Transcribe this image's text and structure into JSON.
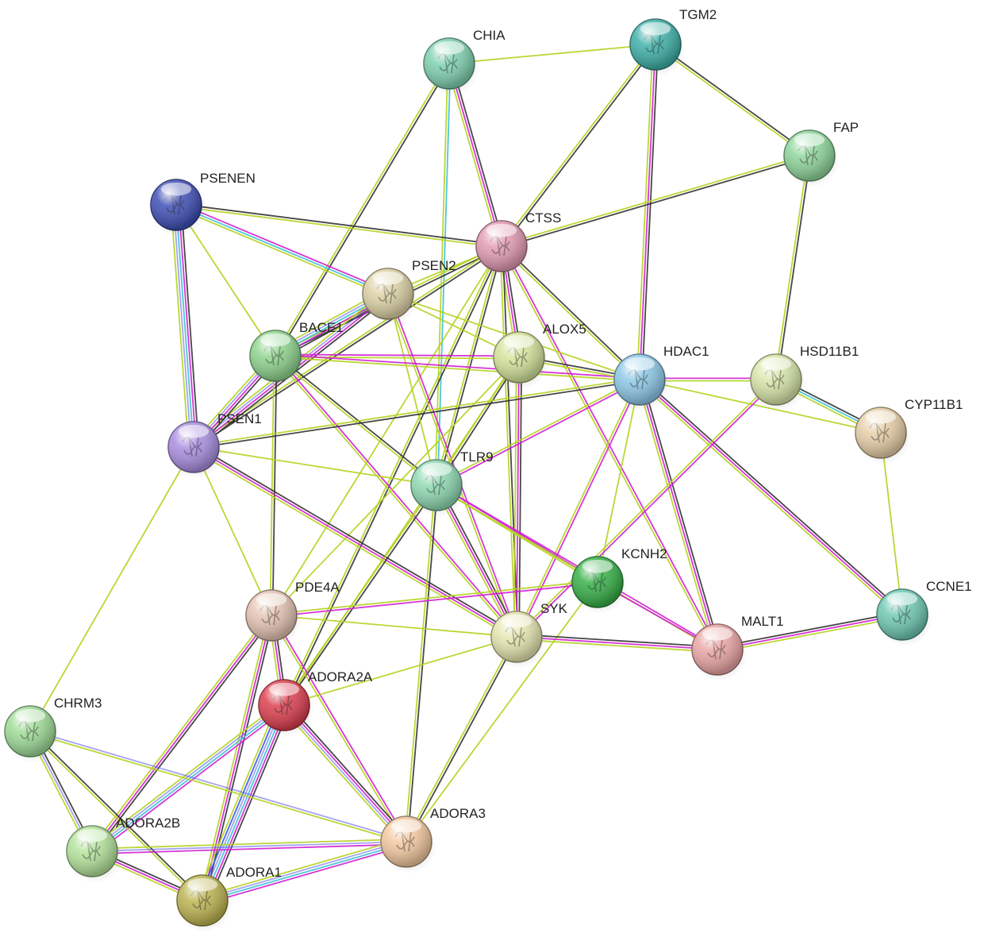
{
  "nodes": [
    {
      "id": "CHIA",
      "label": "CHIA",
      "color": "#7fd1b0"
    },
    {
      "id": "TGM2",
      "label": "TGM2",
      "color": "#3fb0a8"
    },
    {
      "id": "FAP",
      "label": "FAP",
      "color": "#8fd69a"
    },
    {
      "id": "PSENEN",
      "label": "PSENEN",
      "color": "#3f4fb5"
    },
    {
      "id": "CTSS",
      "label": "CTSS",
      "color": "#e39bb3"
    },
    {
      "id": "PSEN2",
      "label": "PSEN2",
      "color": "#ddd2a6"
    },
    {
      "id": "BACE1",
      "label": "BACE1",
      "color": "#8fd48e"
    },
    {
      "id": "ALOX5",
      "label": "ALOX5",
      "color": "#d3e49b"
    },
    {
      "id": "HDAC1",
      "label": "HDAC1",
      "color": "#8ec9e8"
    },
    {
      "id": "HSD11B1",
      "label": "HSD11B1",
      "color": "#d6e6a8"
    },
    {
      "id": "CYP11B1",
      "label": "CYP11B1",
      "color": "#e7cfa8"
    },
    {
      "id": "PSEN1",
      "label": "PSEN1",
      "color": "#a98ee0"
    },
    {
      "id": "TLR9",
      "label": "TLR9",
      "color": "#8fd9b2"
    },
    {
      "id": "KCNH2",
      "label": "KCNH2",
      "color": "#37b048"
    },
    {
      "id": "PDE4A",
      "label": "PDE4A",
      "color": "#e4c3b3"
    },
    {
      "id": "SYK",
      "label": "SYK",
      "color": "#e6e6b0"
    },
    {
      "id": "MALT1",
      "label": "MALT1",
      "color": "#eba5a5"
    },
    {
      "id": "CCNE1",
      "label": "CCNE1",
      "color": "#6fc8b3"
    },
    {
      "id": "ADORA2A",
      "label": "ADORA2A",
      "color": "#dd3f4f"
    },
    {
      "id": "CHRM3",
      "label": "CHRM3",
      "color": "#9fdc98"
    },
    {
      "id": "ADORA3",
      "label": "ADORA3",
      "color": "#f3c8a0"
    },
    {
      "id": "ADORA2B",
      "label": "ADORA2B",
      "color": "#b4e39b"
    },
    {
      "id": "ADORA1",
      "label": "ADORA1",
      "color": "#bdb451"
    }
  ],
  "edge_colors": {
    "text_mining": "#b5d11f",
    "coexpression": "#333333",
    "experimental": "#d21fd2",
    "database": "#3cc0d6",
    "homology": "#5a5ae6",
    "cooccurrence": "#3355ee"
  },
  "edges": [
    {
      "source": "CHIA",
      "target": "TGM2",
      "evidence": [
        "text_mining"
      ]
    },
    {
      "source": "CHIA",
      "target": "CTSS",
      "evidence": [
        "coexpression",
        "experimental",
        "text_mining"
      ]
    },
    {
      "source": "CHIA",
      "target": "TLR9",
      "evidence": [
        "database",
        "text_mining"
      ]
    },
    {
      "source": "CHIA",
      "target": "BACE1",
      "evidence": [
        "coexpression",
        "text_mining"
      ]
    },
    {
      "source": "TGM2",
      "target": "FAP",
      "evidence": [
        "coexpression",
        "text_mining"
      ]
    },
    {
      "source": "TGM2",
      "target": "CTSS",
      "evidence": [
        "coexpression",
        "text_mining"
      ]
    },
    {
      "source": "TGM2",
      "target": "HDAC1",
      "evidence": [
        "coexpression",
        "experimental",
        "text_mining"
      ]
    },
    {
      "source": "FAP",
      "target": "CTSS",
      "evidence": [
        "coexpression",
        "text_mining"
      ]
    },
    {
      "source": "FAP",
      "target": "HSD11B1",
      "evidence": [
        "coexpression",
        "text_mining"
      ]
    },
    {
      "source": "PSENEN",
      "target": "CTSS",
      "evidence": [
        "coexpression",
        "text_mining"
      ]
    },
    {
      "source": "PSENEN",
      "target": "PSEN2",
      "evidence": [
        "experimental",
        "database",
        "text_mining"
      ]
    },
    {
      "source": "PSENEN",
      "target": "PSEN1",
      "evidence": [
        "coexpression",
        "experimental",
        "database",
        "homology",
        "text_mining"
      ]
    },
    {
      "source": "PSENEN",
      "target": "BACE1",
      "evidence": [
        "text_mining"
      ]
    },
    {
      "source": "CTSS",
      "target": "PSEN2",
      "evidence": [
        "text_mining"
      ]
    },
    {
      "source": "CTSS",
      "target": "BACE1",
      "evidence": [
        "coexpression",
        "text_mining"
      ]
    },
    {
      "source": "CTSS",
      "target": "ALOX5",
      "evidence": [
        "coexpression",
        "experimental",
        "text_mining"
      ]
    },
    {
      "source": "CTSS",
      "target": "HDAC1",
      "evidence": [
        "coexpression",
        "text_mining"
      ]
    },
    {
      "source": "CTSS",
      "target": "TLR9",
      "evidence": [
        "coexpression",
        "text_mining"
      ]
    },
    {
      "source": "CTSS",
      "target": "SYK",
      "evidence": [
        "coexpression",
        "text_mining"
      ]
    },
    {
      "source": "CTSS",
      "target": "MALT1",
      "evidence": [
        "experimental",
        "text_mining"
      ]
    },
    {
      "source": "CTSS",
      "target": "PDE4A",
      "evidence": [
        "text_mining"
      ]
    },
    {
      "source": "CTSS",
      "target": "ADORA2A",
      "evidence": [
        "coexpression",
        "text_mining"
      ]
    },
    {
      "source": "CTSS",
      "target": "PSEN1",
      "evidence": [
        "coexpression",
        "text_mining"
      ]
    },
    {
      "source": "PSEN2",
      "target": "BACE1",
      "evidence": [
        "coexpression",
        "experimental",
        "database",
        "homology",
        "text_mining"
      ]
    },
    {
      "source": "PSEN2",
      "target": "PSEN1",
      "evidence": [
        "coexpression",
        "experimental",
        "homology",
        "text_mining"
      ]
    },
    {
      "source": "PSEN2",
      "target": "SYK",
      "evidence": [
        "experimental",
        "text_mining"
      ]
    },
    {
      "source": "PSEN2",
      "target": "TLR9",
      "evidence": [
        "text_mining"
      ]
    },
    {
      "source": "PSEN2",
      "target": "HDAC1",
      "evidence": [
        "text_mining"
      ]
    },
    {
      "source": "PSEN2",
      "target": "ALOX5",
      "evidence": [
        "text_mining"
      ]
    },
    {
      "source": "BACE1",
      "target": "PSEN1",
      "evidence": [
        "coexpression",
        "experimental",
        "homology",
        "text_mining"
      ]
    },
    {
      "source": "BACE1",
      "target": "ALOX5",
      "evidence": [
        "experimental",
        "text_mining"
      ]
    },
    {
      "source": "BACE1",
      "target": "HDAC1",
      "evidence": [
        "experimental",
        "text_mining"
      ]
    },
    {
      "source": "BACE1",
      "target": "PDE4A",
      "evidence": [
        "coexpression",
        "text_mining"
      ]
    },
    {
      "source": "BACE1",
      "target": "TLR9",
      "evidence": [
        "coexpression",
        "text_mining"
      ]
    },
    {
      "source": "BACE1",
      "target": "SYK",
      "evidence": [
        "experimental",
        "text_mining"
      ]
    },
    {
      "source": "ALOX5",
      "target": "HDAC1",
      "evidence": [
        "coexpression",
        "text_mining"
      ]
    },
    {
      "source": "ALOX5",
      "target": "SYK",
      "evidence": [
        "coexpression",
        "experimental",
        "text_mining"
      ]
    },
    {
      "source": "ALOX5",
      "target": "TLR9",
      "evidence": [
        "coexpression",
        "text_mining"
      ]
    },
    {
      "source": "ALOX5",
      "target": "PDE4A",
      "evidence": [
        "text_mining"
      ]
    },
    {
      "source": "ALOX5",
      "target": "ADORA2A",
      "evidence": [
        "text_mining"
      ]
    },
    {
      "source": "HDAC1",
      "target": "HSD11B1",
      "evidence": [
        "experimental",
        "text_mining"
      ]
    },
    {
      "source": "HDAC1",
      "target": "CYP11B1",
      "evidence": [
        "text_mining"
      ]
    },
    {
      "source": "HDAC1",
      "target": "PSEN1",
      "evidence": [
        "coexpression",
        "text_mining"
      ]
    },
    {
      "source": "HDAC1",
      "target": "TLR9",
      "evidence": [
        "experimental",
        "text_mining"
      ]
    },
    {
      "source": "HDAC1",
      "target": "KCNH2",
      "evidence": [
        "text_mining"
      ]
    },
    {
      "source": "HDAC1",
      "target": "SYK",
      "evidence": [
        "experimental",
        "text_mining"
      ]
    },
    {
      "source": "HDAC1",
      "target": "MALT1",
      "evidence": [
        "coexpression",
        "experimental",
        "text_mining"
      ]
    },
    {
      "source": "HDAC1",
      "target": "CCNE1",
      "evidence": [
        "coexpression",
        "experimental",
        "text_mining"
      ]
    },
    {
      "source": "HSD11B1",
      "target": "CYP11B1",
      "evidence": [
        "coexpression",
        "database",
        "text_mining"
      ]
    },
    {
      "source": "HSD11B1",
      "target": "SYK",
      "evidence": [
        "experimental",
        "text_mining"
      ]
    },
    {
      "source": "CYP11B1",
      "target": "CCNE1",
      "evidence": [
        "text_mining"
      ]
    },
    {
      "source": "PSEN1",
      "target": "TLR9",
      "evidence": [
        "text_mining"
      ]
    },
    {
      "source": "PSEN1",
      "target": "SYK",
      "evidence": [
        "coexpression",
        "experimental",
        "text_mining"
      ]
    },
    {
      "source": "PSEN1",
      "target": "PDE4A",
      "evidence": [
        "text_mining"
      ]
    },
    {
      "source": "PSEN1",
      "target": "CHRM3",
      "evidence": [
        "text_mining"
      ]
    },
    {
      "source": "TLR9",
      "target": "SYK",
      "evidence": [
        "coexpression",
        "experimental",
        "text_mining"
      ]
    },
    {
      "source": "TLR9",
      "target": "KCNH2",
      "evidence": [
        "experimental",
        "text_mining"
      ]
    },
    {
      "source": "TLR9",
      "target": "MALT1",
      "evidence": [
        "experimental",
        "text_mining"
      ]
    },
    {
      "source": "TLR9",
      "target": "ADORA2A",
      "evidence": [
        "coexpression",
        "text_mining"
      ]
    },
    {
      "source": "TLR9",
      "target": "ADORA3",
      "evidence": [
        "coexpression",
        "text_mining"
      ]
    },
    {
      "source": "KCNH2",
      "target": "PDE4A",
      "evidence": [
        "experimental",
        "text_mining"
      ]
    },
    {
      "source": "KCNH2",
      "target": "ADORA3",
      "evidence": [
        "text_mining"
      ]
    },
    {
      "source": "KCNH2",
      "target": "MALT1",
      "evidence": [
        "experimental"
      ]
    },
    {
      "source": "PDE4A",
      "target": "SYK",
      "evidence": [
        "text_mining"
      ]
    },
    {
      "source": "PDE4A",
      "target": "ADORA2A",
      "evidence": [
        "coexpression",
        "experimental",
        "text_mining"
      ]
    },
    {
      "source": "PDE4A",
      "target": "ADORA3",
      "evidence": [
        "experimental",
        "text_mining"
      ]
    },
    {
      "source": "PDE4A",
      "target": "ADORA2B",
      "evidence": [
        "coexpression",
        "experimental",
        "text_mining"
      ]
    },
    {
      "source": "PDE4A",
      "target": "ADORA1",
      "evidence": [
        "coexpression",
        "experimental",
        "text_mining"
      ]
    },
    {
      "source": "SYK",
      "target": "MALT1",
      "evidence": [
        "coexpression",
        "experimental",
        "text_mining"
      ]
    },
    {
      "source": "SYK",
      "target": "ADORA2A",
      "evidence": [
        "text_mining"
      ]
    },
    {
      "source": "SYK",
      "target": "ADORA3",
      "evidence": [
        "coexpression",
        "text_mining"
      ]
    },
    {
      "source": "MALT1",
      "target": "CCNE1",
      "evidence": [
        "coexpression",
        "experimental",
        "text_mining"
      ]
    },
    {
      "source": "ADORA2A",
      "target": "ADORA3",
      "evidence": [
        "coexpression",
        "experimental",
        "homology",
        "text_mining"
      ]
    },
    {
      "source": "ADORA2A",
      "target": "ADORA2B",
      "evidence": [
        "experimental",
        "database",
        "homology",
        "text_mining"
      ]
    },
    {
      "source": "ADORA2A",
      "target": "ADORA1",
      "evidence": [
        "coexpression",
        "experimental",
        "database",
        "homology",
        "cooccurrence",
        "text_mining"
      ]
    },
    {
      "source": "CHRM3",
      "target": "ADORA2B",
      "evidence": [
        "coexpression",
        "homology",
        "text_mining"
      ]
    },
    {
      "source": "CHRM3",
      "target": "ADORA1",
      "evidence": [
        "coexpression",
        "text_mining"
      ]
    },
    {
      "source": "CHRM3",
      "target": "ADORA3",
      "evidence": [
        "homology",
        "text_mining"
      ]
    },
    {
      "source": "ADORA3",
      "target": "ADORA2B",
      "evidence": [
        "experimental",
        "homology",
        "text_mining"
      ]
    },
    {
      "source": "ADORA3",
      "target": "ADORA1",
      "evidence": [
        "experimental",
        "database",
        "homology",
        "text_mining"
      ]
    },
    {
      "source": "ADORA2B",
      "target": "ADORA1",
      "evidence": [
        "coexpression",
        "experimental",
        "text_mining"
      ]
    }
  ]
}
